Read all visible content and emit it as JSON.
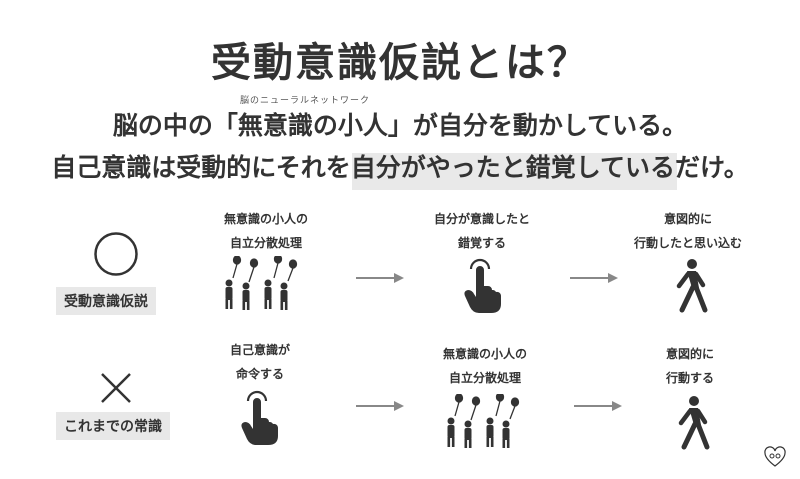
{
  "title": "受動意識仮説とは？",
  "ruby": "脳のニューラルネットワーク",
  "line1": "脳の中の「無意識の小人」が自分を動かしている。",
  "line2": "自己意識は受動的にそれを自分がやったと錯覚しているだけ。",
  "rows": [
    {
      "symbol": "○",
      "label": "受動意識仮説",
      "step1": [
        "無意識の小人の",
        "自立分散処理"
      ],
      "step2": [
        "自分が意識したと",
        "錯覚する"
      ],
      "step3": [
        "意図的に",
        "行動したと思い込む"
      ]
    },
    {
      "symbol": "×",
      "label": "これまでの常識",
      "step1": [
        "自己意識が",
        "命令する"
      ],
      "step2": [
        "無意識の小人の",
        "自立分散処理"
      ],
      "step3": [
        "意図的に",
        "行動する"
      ]
    }
  ],
  "colors": {
    "text": "#333333",
    "highlight": "#e9e9e9",
    "label_bg": "#e8e8e8",
    "arrow": "#888888"
  },
  "icons": [
    "circle-icon",
    "cross-icon",
    "balloon-people-icon",
    "tap-hand-icon",
    "walking-person-icon",
    "arrow-right-icon",
    "heart-logo-icon"
  ]
}
